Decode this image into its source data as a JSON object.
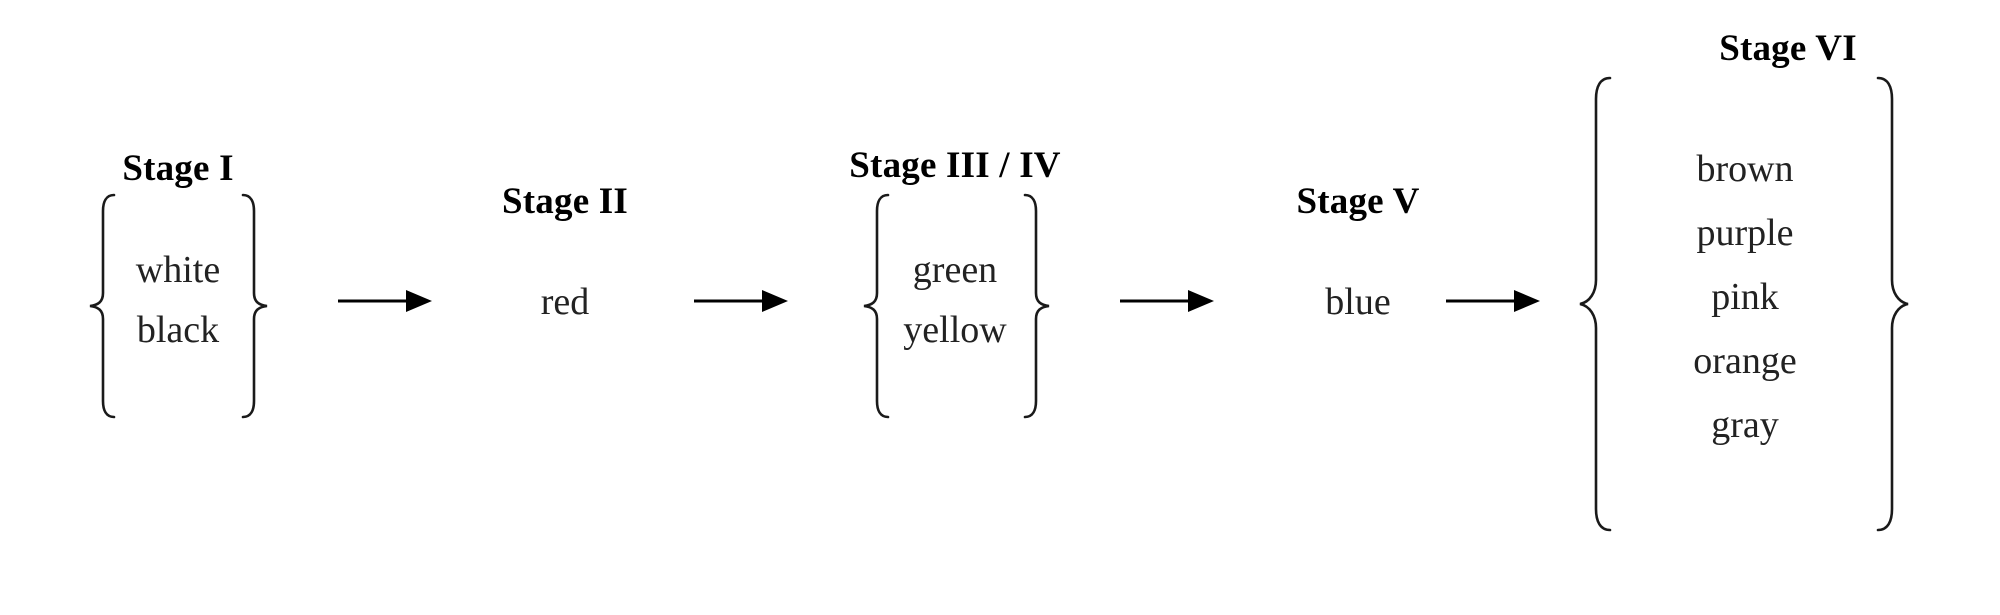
{
  "figure": {
    "type": "flow-diagram",
    "orientation": "left-to-right",
    "background_color": "#ffffff",
    "text_color": "#222222",
    "title_color": "#000000",
    "stroke_color": "#1a1a1a"
  },
  "stages": [
    {
      "id": "stage-1",
      "title": "Stage I",
      "bracketed": true,
      "items": [
        "white",
        "black"
      ]
    },
    {
      "id": "stage-2",
      "title": "Stage II",
      "bracketed": false,
      "items": [
        "red"
      ]
    },
    {
      "id": "stage-3",
      "title": "Stage III / IV",
      "bracketed": true,
      "items": [
        "green",
        "yellow"
      ]
    },
    {
      "id": "stage-4",
      "title": "Stage V",
      "bracketed": false,
      "items": [
        "blue"
      ]
    },
    {
      "id": "stage-5",
      "title": "Stage VI",
      "bracketed": true,
      "items": [
        "brown",
        "purple",
        "pink",
        "orange",
        "gray"
      ]
    }
  ],
  "arrows": [
    {
      "id": "arrow-1",
      "from": "stage-1",
      "to": "stage-2",
      "glyph": "right-arrow"
    },
    {
      "id": "arrow-2",
      "from": "stage-2",
      "to": "stage-3",
      "glyph": "right-arrow"
    },
    {
      "id": "arrow-3",
      "from": "stage-3",
      "to": "stage-4",
      "glyph": "right-arrow"
    },
    {
      "id": "arrow-4",
      "from": "stage-4",
      "to": "stage-5",
      "glyph": "right-arrow"
    }
  ]
}
